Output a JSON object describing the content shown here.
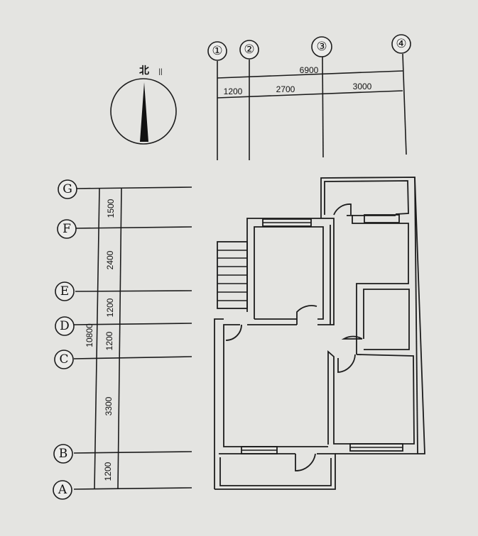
{
  "compass": {
    "north_label": "北",
    "mark": "||"
  },
  "top_axes": {
    "labels": [
      "①",
      "②",
      "③",
      "④"
    ],
    "total": "6900",
    "spans": [
      "1200",
      "2700",
      "3000"
    ]
  },
  "left_axes": {
    "labels": [
      "G",
      "F",
      "E",
      "D",
      "C",
      "B",
      "A"
    ],
    "total": "10800",
    "spans": [
      "1500",
      "2400",
      "1200",
      "1200",
      "3300",
      "1200"
    ]
  }
}
